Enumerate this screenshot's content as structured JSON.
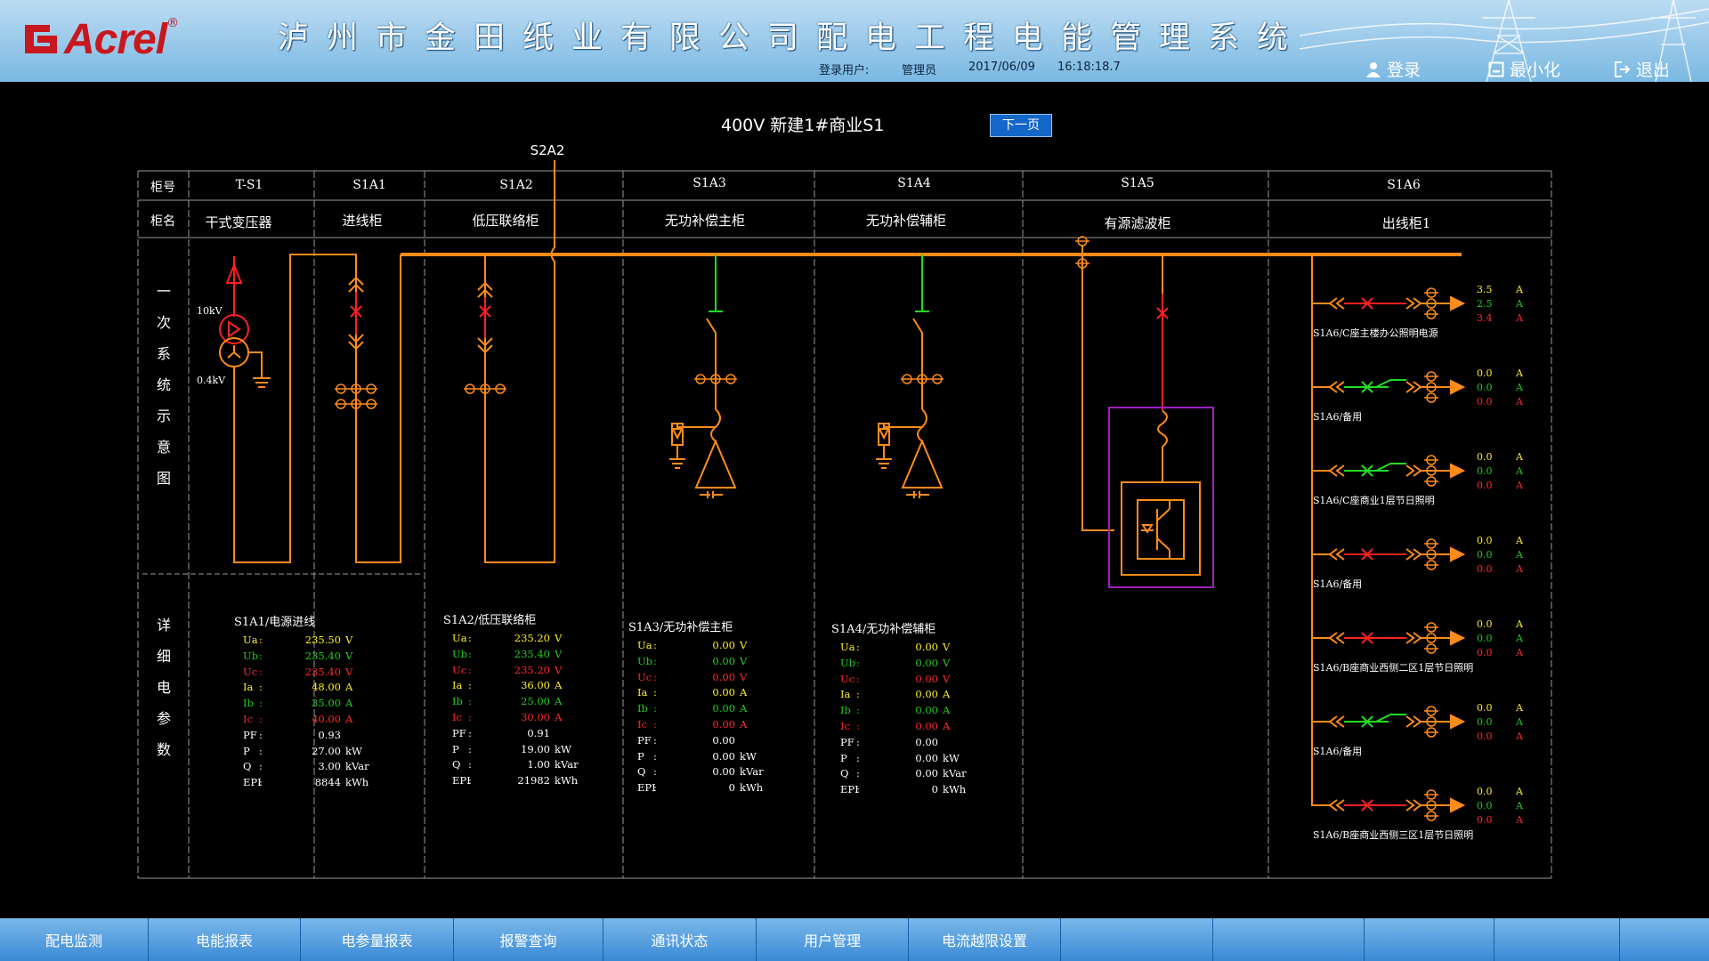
{
  "header": {
    "logo_text": "Acrel",
    "logo_reg": "®",
    "title": "泸州市金田纸业有限公司配电工程电能管理系统",
    "login_user_label": "登录用户:",
    "user_name": "管理员",
    "date": "2017/06/09",
    "time": "16:18:18.7",
    "login_btn": "登录",
    "minimize_btn": "最小化",
    "exit_btn": "退出"
  },
  "panel": {
    "title": "400V 新建1#商业S1",
    "next_page": "下一页",
    "tie_label": "S2A2"
  },
  "table": {
    "row1_label": "柜号",
    "row2_label": "柜名",
    "diagram_label": "一次系统示意图",
    "params_label": "详细电参数",
    "cabinets": [
      {
        "id": "T-S1",
        "name": "干式变压器"
      },
      {
        "id": "S1A1",
        "name": "进线柜"
      },
      {
        "id": "S1A2",
        "name": "低压联络柜"
      },
      {
        "id": "S1A3",
        "name": "无功补偿主柜"
      },
      {
        "id": "S1A4",
        "name": "无功补偿辅柜"
      },
      {
        "id": "S1A5",
        "name": "有源滤波柜"
      },
      {
        "id": "S1A6",
        "name": "出线柜1"
      }
    ]
  },
  "transformer": {
    "hv": "10kV",
    "lv": "0.4kV"
  },
  "param_blocks": [
    {
      "title": "S1A1/电源进线",
      "rows": [
        {
          "k": "Ua",
          "v": "235.50",
          "u": "V",
          "c": "yellow"
        },
        {
          "k": "Ub",
          "v": "235.40",
          "u": "V",
          "c": "green"
        },
        {
          "k": "Uc",
          "v": "235.40",
          "u": "V",
          "c": "red"
        },
        {
          "k": "Ia",
          "v": "48.00",
          "u": "A",
          "c": "yellow"
        },
        {
          "k": "Ib",
          "v": "35.00",
          "u": "A",
          "c": "green"
        },
        {
          "k": "Ic",
          "v": "40.00",
          "u": "A",
          "c": "red"
        },
        {
          "k": "PF",
          "v": "0.93",
          "u": "",
          "c": "white"
        },
        {
          "k": "P",
          "v": "27.00",
          "u": "kW",
          "c": "white"
        },
        {
          "k": "Q",
          "v": "3.00",
          "u": "kVar",
          "c": "white"
        },
        {
          "k": "EPI",
          "v": "8844",
          "u": "kWh",
          "c": "white"
        }
      ]
    },
    {
      "title": "S1A2/低压联络柜",
      "rows": [
        {
          "k": "Ua",
          "v": "235.20",
          "u": "V",
          "c": "yellow"
        },
        {
          "k": "Ub",
          "v": "235.40",
          "u": "V",
          "c": "green"
        },
        {
          "k": "Uc",
          "v": "235.20",
          "u": "V",
          "c": "red"
        },
        {
          "k": "Ia",
          "v": "36.00",
          "u": "A",
          "c": "yellow"
        },
        {
          "k": "Ib",
          "v": "25.00",
          "u": "A",
          "c": "green"
        },
        {
          "k": "Ic",
          "v": "30.00",
          "u": "A",
          "c": "red"
        },
        {
          "k": "PF",
          "v": "0.91",
          "u": "",
          "c": "white"
        },
        {
          "k": "P",
          "v": "19.00",
          "u": "kW",
          "c": "white"
        },
        {
          "k": "Q",
          "v": "1.00",
          "u": "kVar",
          "c": "white"
        },
        {
          "k": "EPI",
          "v": "21982",
          "u": "kWh",
          "c": "white"
        }
      ]
    },
    {
      "title": "S1A3/无功补偿主柜",
      "rows": [
        {
          "k": "Ua",
          "v": "0.00",
          "u": "V",
          "c": "yellow"
        },
        {
          "k": "Ub",
          "v": "0.00",
          "u": "V",
          "c": "green"
        },
        {
          "k": "Uc",
          "v": "0.00",
          "u": "V",
          "c": "red"
        },
        {
          "k": "Ia",
          "v": "0.00",
          "u": "A",
          "c": "yellow"
        },
        {
          "k": "Ib",
          "v": "0.00",
          "u": "A",
          "c": "green"
        },
        {
          "k": "Ic",
          "v": "0.00",
          "u": "A",
          "c": "red"
        },
        {
          "k": "PF",
          "v": "0.00",
          "u": "",
          "c": "white"
        },
        {
          "k": "P",
          "v": "0.00",
          "u": "kW",
          "c": "white"
        },
        {
          "k": "Q",
          "v": "0.00",
          "u": "kVar",
          "c": "white"
        },
        {
          "k": "EPI",
          "v": "0",
          "u": "kWh",
          "c": "white"
        }
      ]
    },
    {
      "title": "S1A4/无功补偿辅柜",
      "rows": [
        {
          "k": "Ua",
          "v": "0.00",
          "u": "V",
          "c": "yellow"
        },
        {
          "k": "Ub",
          "v": "0.00",
          "u": "V",
          "c": "green"
        },
        {
          "k": "Uc",
          "v": "0.00",
          "u": "V",
          "c": "red"
        },
        {
          "k": "Ia",
          "v": "0.00",
          "u": "A",
          "c": "yellow"
        },
        {
          "k": "Ib",
          "v": "0.00",
          "u": "A",
          "c": "green"
        },
        {
          "k": "Ic",
          "v": "0.00",
          "u": "A",
          "c": "red"
        },
        {
          "k": "PF",
          "v": "0.00",
          "u": "",
          "c": "white"
        },
        {
          "k": "P",
          "v": "0.00",
          "u": "kW",
          "c": "white"
        },
        {
          "k": "Q",
          "v": "0.00",
          "u": "kVar",
          "c": "white"
        },
        {
          "k": "EPI",
          "v": "0",
          "u": "kWh",
          "c": "white"
        }
      ]
    }
  ],
  "feeders": [
    {
      "label": "S1A6/C座主楼办公照明电源",
      "ia": "3.5",
      "ib": "2.5",
      "ic": "3.4",
      "unit": "A",
      "state": "closed"
    },
    {
      "label": "S1A6/备用",
      "ia": "0.0",
      "ib": "0.0",
      "ic": "0.0",
      "unit": "A",
      "state": "open"
    },
    {
      "label": "S1A6/C座商业1层节日照明",
      "ia": "0.0",
      "ib": "0.0",
      "ic": "0.0",
      "unit": "A",
      "state": "open"
    },
    {
      "label": "S1A6/备用",
      "ia": "0.0",
      "ib": "0.0",
      "ic": "0.0",
      "unit": "A",
      "state": "closed"
    },
    {
      "label": "S1A6/B座商业西侧二区1层节日照明",
      "ia": "0.0",
      "ib": "0.0",
      "ic": "0.0",
      "unit": "A",
      "state": "closed"
    },
    {
      "label": "S1A6/备用",
      "ia": "0.0",
      "ib": "0.0",
      "ic": "0.0",
      "unit": "A",
      "state": "open"
    },
    {
      "label": "S1A6/B座商业西侧三区1层节日照明",
      "ia": "0.0",
      "ib": "0.0",
      "ic": "0.0",
      "unit": "A",
      "state": "closed"
    }
  ],
  "nav": {
    "items": [
      "配电监测",
      "电能报表",
      "电参量报表",
      "报警查询",
      "通讯状态",
      "用户管理",
      "电流越限设置",
      "",
      "",
      "",
      ""
    ]
  },
  "colors": {
    "bus": "#ff8c1a",
    "closed": "#ff2020",
    "open": "#22dd22",
    "yellow": "#ffee22",
    "green": "#22cc22",
    "red": "#ff2a2a",
    "white": "#ffffff",
    "grid": "#9a9a9a",
    "filter_box": "#a020c0"
  }
}
